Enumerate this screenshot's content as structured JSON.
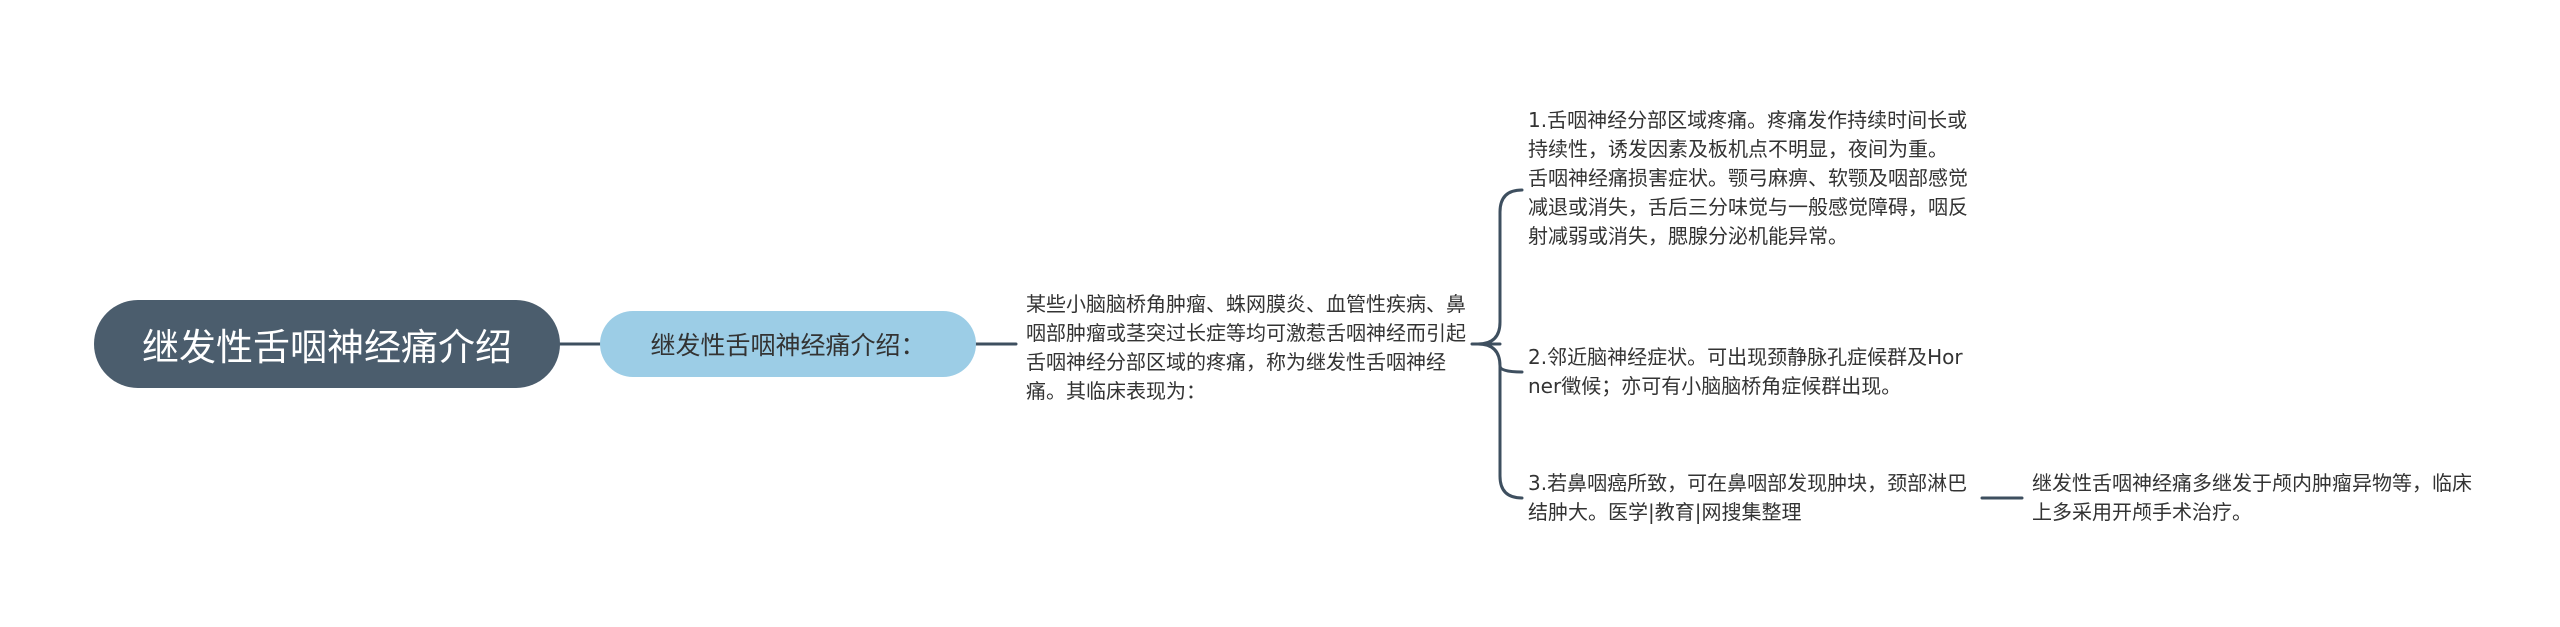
{
  "mindmap": {
    "root": "继发性舌咽神经痛介绍",
    "main_topic": "继发性舌咽神经痛介绍：",
    "description": "某些小脑脑桥角肿瘤、蛛网膜炎、血管性疾病、鼻咽部肿瘤或茎突过长症等均可激惹舌咽神经而引起舌咽神经分部区域的疼痛，称为继发性舌咽神经痛。其临床表现为：",
    "symptoms": [
      "1.舌咽神经分部区域疼痛。疼痛发作持续时间长或持续性，诱发因素及板机点不明显，夜间为重。 舌咽神经痛损害症状。颚弓麻痹、软颚及咽部感觉减退或消失，舌后三分味觉与一般感觉障碍，咽反射减弱或消失，腮腺分泌机能异常。",
      "2.邻近脑神经症状。可出现颈静脉孔症候群及Horner徵候；亦可有小脑脑桥角症候群出现。",
      "3.若鼻咽癌所致，可在鼻咽部发现肿块，颈部淋巴结肿大。医学|教育|网搜集整理"
    ],
    "treatment": "继发性舌咽神经痛多继发于颅内肿瘤异物等，临床上多采用开颅手术治疗。"
  },
  "colors": {
    "root_bg": "#4b5d6d",
    "root_text": "#ffffff",
    "main_bg": "#9ccde6",
    "text": "#333333",
    "connector": "#3e4f5f"
  }
}
